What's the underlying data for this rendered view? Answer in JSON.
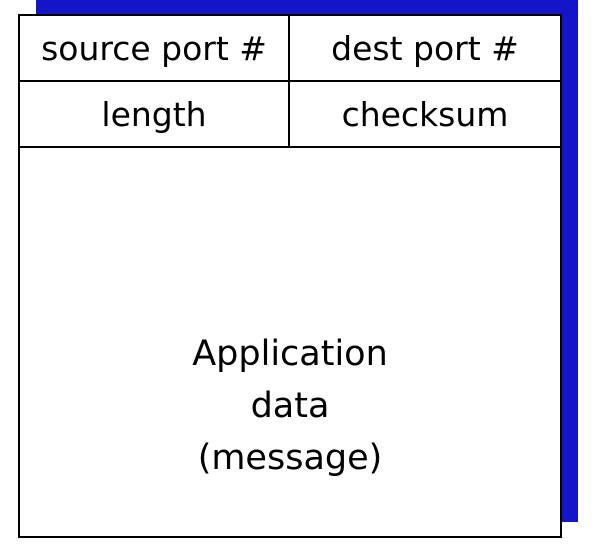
{
  "colors": {
    "shadow": "#1414c8",
    "border": "#000000",
    "background": "#ffffff"
  },
  "header": {
    "row1": {
      "left": "source port #",
      "right": "dest port #"
    },
    "row2": {
      "left": "length",
      "right": "checksum"
    }
  },
  "payload": {
    "lines": [
      "Application",
      "data",
      "(message)"
    ]
  }
}
